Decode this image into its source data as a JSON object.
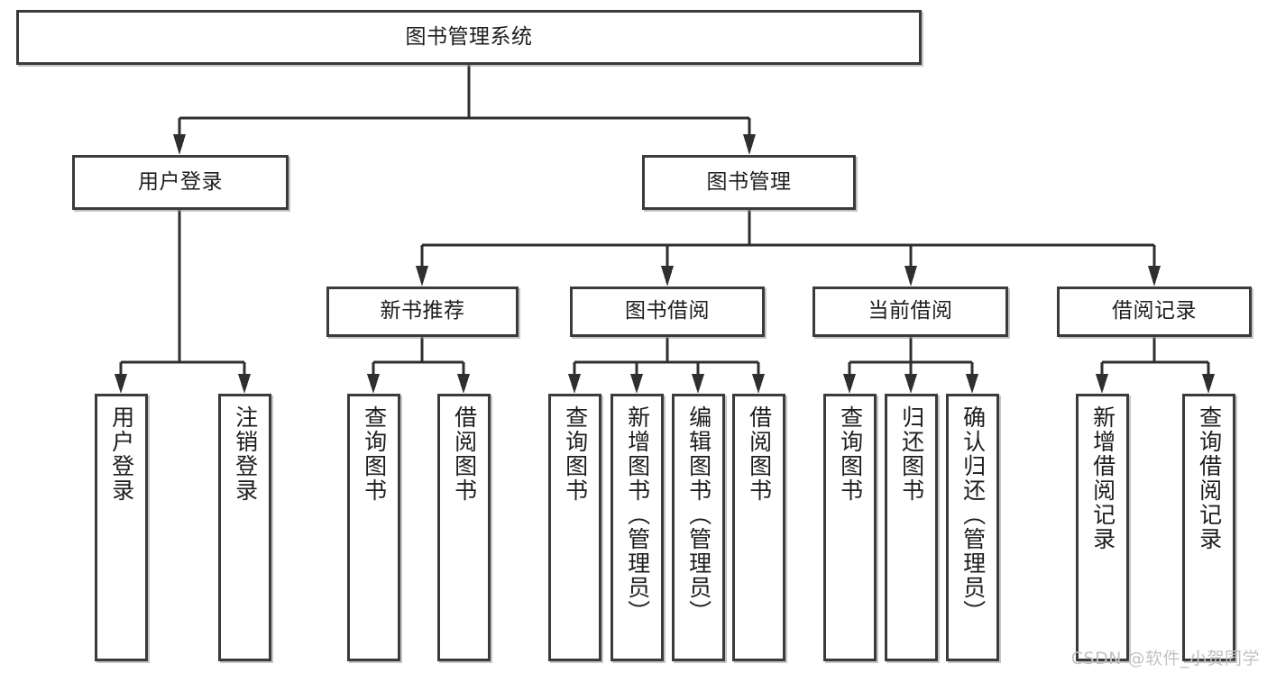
{
  "diagram": {
    "type": "tree",
    "title": "图书管理系统",
    "orientation": "top-down",
    "colors": {
      "box_border": "#3b3b3b",
      "box_fill": "#ffffff",
      "connector": "#2f2f2f",
      "text": "#1d1d1f",
      "watermark": "#c2c2c2",
      "background": "#ffffff"
    },
    "nodes": {
      "root": {
        "label": "图书管理系统",
        "level": 0,
        "orientation": "horizontal"
      },
      "user_login": {
        "label": "用户登录",
        "level": 1,
        "orientation": "horizontal"
      },
      "book_manage": {
        "label": "图书管理",
        "level": 1,
        "orientation": "horizontal"
      },
      "new_book_rec": {
        "label": "新书推荐",
        "level": 2,
        "orientation": "horizontal"
      },
      "book_borrow": {
        "label": "图书借阅",
        "level": 2,
        "orientation": "horizontal"
      },
      "current_borrow": {
        "label": "当前借阅",
        "level": 2,
        "orientation": "horizontal"
      },
      "borrow_record": {
        "label": "借阅记录",
        "level": 2,
        "orientation": "horizontal"
      },
      "leaf_user_login": {
        "label": "用户登录",
        "level": 3,
        "orientation": "vertical"
      },
      "leaf_logout": {
        "label": "注销登录",
        "level": 3,
        "orientation": "vertical"
      },
      "leaf_query_book_1": {
        "label": "查询图书",
        "level": 3,
        "orientation": "vertical"
      },
      "leaf_borrow_book_1": {
        "label": "借阅图书",
        "level": 3,
        "orientation": "vertical"
      },
      "leaf_query_book_2": {
        "label": "查询图书",
        "level": 3,
        "orientation": "vertical"
      },
      "leaf_add_book": {
        "label": "新增图书（管理员）",
        "level": 3,
        "orientation": "vertical"
      },
      "leaf_edit_book": {
        "label": "编辑图书（管理员）",
        "level": 3,
        "orientation": "vertical"
      },
      "leaf_borrow_book_2": {
        "label": "借阅图书",
        "level": 3,
        "orientation": "vertical"
      },
      "leaf_query_book_3": {
        "label": "查询图书",
        "level": 3,
        "orientation": "vertical"
      },
      "leaf_return_book": {
        "label": "归还图书",
        "level": 3,
        "orientation": "vertical"
      },
      "leaf_confirm_return": {
        "label": "确认归还（管理员）",
        "level": 3,
        "orientation": "vertical"
      },
      "leaf_add_record": {
        "label": "新增借阅记录",
        "level": 3,
        "orientation": "vertical"
      },
      "leaf_query_record": {
        "label": "查询借阅记录",
        "level": 3,
        "orientation": "vertical"
      }
    },
    "edges": [
      {
        "from": "root",
        "to": "user_login"
      },
      {
        "from": "root",
        "to": "book_manage"
      },
      {
        "from": "book_manage",
        "to": "new_book_rec"
      },
      {
        "from": "book_manage",
        "to": "book_borrow"
      },
      {
        "from": "book_manage",
        "to": "current_borrow"
      },
      {
        "from": "book_manage",
        "to": "borrow_record"
      },
      {
        "from": "user_login",
        "to": "leaf_user_login"
      },
      {
        "from": "user_login",
        "to": "leaf_logout"
      },
      {
        "from": "new_book_rec",
        "to": "leaf_query_book_1"
      },
      {
        "from": "new_book_rec",
        "to": "leaf_borrow_book_1"
      },
      {
        "from": "book_borrow",
        "to": "leaf_query_book_2"
      },
      {
        "from": "book_borrow",
        "to": "leaf_add_book"
      },
      {
        "from": "book_borrow",
        "to": "leaf_edit_book"
      },
      {
        "from": "book_borrow",
        "to": "leaf_borrow_book_2"
      },
      {
        "from": "current_borrow",
        "to": "leaf_query_book_3"
      },
      {
        "from": "current_borrow",
        "to": "leaf_return_book"
      },
      {
        "from": "current_borrow",
        "to": "leaf_confirm_return"
      },
      {
        "from": "borrow_record",
        "to": "leaf_add_record"
      },
      {
        "from": "borrow_record",
        "to": "leaf_query_record"
      }
    ]
  },
  "watermark": {
    "text": "CSDN @软件_小贺同学"
  }
}
